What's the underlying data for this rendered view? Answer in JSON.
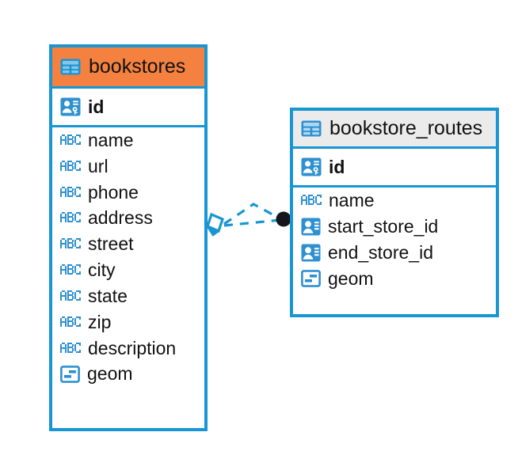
{
  "diagram": {
    "type": "entity-relationship-diagram",
    "background": "#ffffff",
    "accent_color": "#1896D3",
    "highlight_color": "#F4813F",
    "header_neutral_color": "#EBEBEB",
    "endpoint_color": "#15161C"
  },
  "entities": [
    {
      "id": "bookstores",
      "name": "bookstores",
      "header_color": "#F4813F",
      "selected": true,
      "icon": "table-icon",
      "primary_keys": [
        {
          "name": "id",
          "icon": "primary-key-icon",
          "type": "pk"
        }
      ],
      "fields": [
        {
          "name": "name",
          "icon": "abc-text-icon",
          "type": "text"
        },
        {
          "name": "url",
          "icon": "abc-text-icon",
          "type": "text"
        },
        {
          "name": "phone",
          "icon": "abc-text-icon",
          "type": "text"
        },
        {
          "name": "address",
          "icon": "abc-text-icon",
          "type": "text"
        },
        {
          "name": "street",
          "icon": "abc-text-icon",
          "type": "text"
        },
        {
          "name": "city",
          "icon": "abc-text-icon",
          "type": "text"
        },
        {
          "name": "state",
          "icon": "abc-text-icon",
          "type": "text"
        },
        {
          "name": "zip",
          "icon": "abc-text-icon",
          "type": "text"
        },
        {
          "name": "description",
          "icon": "abc-text-icon",
          "type": "text"
        },
        {
          "name": "geom",
          "icon": "geometry-icon",
          "type": "geometry"
        }
      ]
    },
    {
      "id": "bookstore_routes",
      "name": "bookstore_routes",
      "header_color": "#EBEBEB",
      "selected": false,
      "icon": "table-icon",
      "primary_keys": [
        {
          "name": "id",
          "icon": "primary-key-icon",
          "type": "pk"
        }
      ],
      "fields": [
        {
          "name": "name",
          "icon": "abc-text-icon",
          "type": "text"
        },
        {
          "name": "start_store_id",
          "icon": "foreign-key-icon",
          "type": "fk"
        },
        {
          "name": "end_store_id",
          "icon": "foreign-key-icon",
          "type": "fk"
        },
        {
          "name": "geom",
          "icon": "geometry-icon",
          "type": "geometry"
        }
      ]
    }
  ],
  "relationship": {
    "from_entity": "bookstores",
    "to_entity": "bookstore_routes",
    "style": "dashed",
    "color": "#1896D3",
    "source_marker": "crows-foot-diamond",
    "target_marker": "filled-circle"
  }
}
